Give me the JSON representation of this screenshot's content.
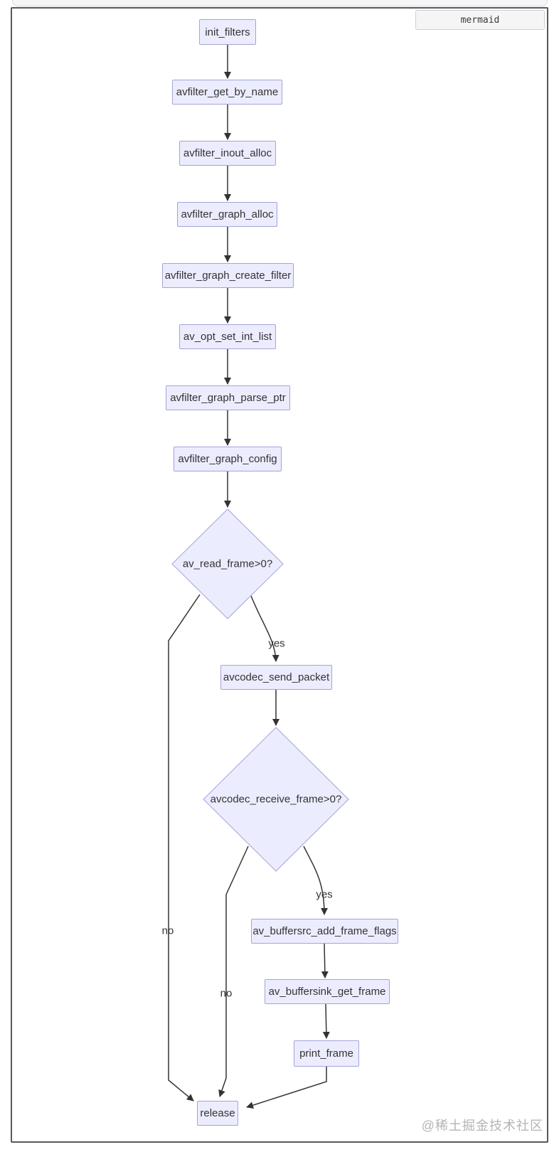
{
  "code_block": {
    "language_label": "mermaid"
  },
  "watermark": "@稀土掘金技术社区",
  "colors": {
    "node_fill": "#ECECFF",
    "node_border": "#a3a3d9",
    "edge_stroke": "#333333",
    "text": "#333333",
    "container_border": "#595959",
    "badge_background": "#f5f5f6",
    "watermark_text": "#b4b4b4"
  },
  "diagram": {
    "type": "flowchart",
    "direction": "top-down",
    "nodes": [
      {
        "id": "init_filters",
        "label": "init_filters",
        "shape": "rect"
      },
      {
        "id": "avfilter_get_by_name",
        "label": "avfilter_get_by_name",
        "shape": "rect"
      },
      {
        "id": "avfilter_inout_alloc",
        "label": "avfilter_inout_alloc",
        "shape": "rect"
      },
      {
        "id": "avfilter_graph_alloc",
        "label": "avfilter_graph_alloc",
        "shape": "rect"
      },
      {
        "id": "avfilter_graph_create_filter",
        "label": "avfilter_graph_create_filter",
        "shape": "rect"
      },
      {
        "id": "av_opt_set_int_list",
        "label": "av_opt_set_int_list",
        "shape": "rect"
      },
      {
        "id": "avfilter_graph_parse_ptr",
        "label": "avfilter_graph_parse_ptr",
        "shape": "rect"
      },
      {
        "id": "avfilter_graph_config",
        "label": "avfilter_graph_config",
        "shape": "rect"
      },
      {
        "id": "av_read_frame",
        "label": "av_read_frame>0?",
        "shape": "diamond"
      },
      {
        "id": "avcodec_send_packet",
        "label": "avcodec_send_packet",
        "shape": "rect"
      },
      {
        "id": "avcodec_receive_frame",
        "label": "avcodec_receive_frame>0?",
        "shape": "diamond"
      },
      {
        "id": "av_buffersrc_add_frame_flags",
        "label": "av_buffersrc_add_frame_flags",
        "shape": "rect"
      },
      {
        "id": "av_buffersink_get_frame",
        "label": "av_buffersink_get_frame",
        "shape": "rect"
      },
      {
        "id": "print_frame",
        "label": "print_frame",
        "shape": "rect"
      },
      {
        "id": "release",
        "label": "release",
        "shape": "rect"
      }
    ],
    "edges": [
      {
        "from": "init_filters",
        "to": "avfilter_get_by_name",
        "label": ""
      },
      {
        "from": "avfilter_get_by_name",
        "to": "avfilter_inout_alloc",
        "label": ""
      },
      {
        "from": "avfilter_inout_alloc",
        "to": "avfilter_graph_alloc",
        "label": ""
      },
      {
        "from": "avfilter_graph_alloc",
        "to": "avfilter_graph_create_filter",
        "label": ""
      },
      {
        "from": "avfilter_graph_create_filter",
        "to": "av_opt_set_int_list",
        "label": ""
      },
      {
        "from": "av_opt_set_int_list",
        "to": "avfilter_graph_parse_ptr",
        "label": ""
      },
      {
        "from": "avfilter_graph_parse_ptr",
        "to": "avfilter_graph_config",
        "label": ""
      },
      {
        "from": "avfilter_graph_config",
        "to": "av_read_frame",
        "label": ""
      },
      {
        "from": "av_read_frame",
        "to": "avcodec_send_packet",
        "label": "yes"
      },
      {
        "from": "av_read_frame",
        "to": "release",
        "label": "no"
      },
      {
        "from": "avcodec_send_packet",
        "to": "avcodec_receive_frame",
        "label": ""
      },
      {
        "from": "avcodec_receive_frame",
        "to": "av_buffersrc_add_frame_flags",
        "label": "yes"
      },
      {
        "from": "avcodec_receive_frame",
        "to": "release",
        "label": "no"
      },
      {
        "from": "av_buffersrc_add_frame_flags",
        "to": "av_buffersink_get_frame",
        "label": ""
      },
      {
        "from": "av_buffersink_get_frame",
        "to": "print_frame",
        "label": ""
      },
      {
        "from": "print_frame",
        "to": "release",
        "label": ""
      }
    ]
  }
}
